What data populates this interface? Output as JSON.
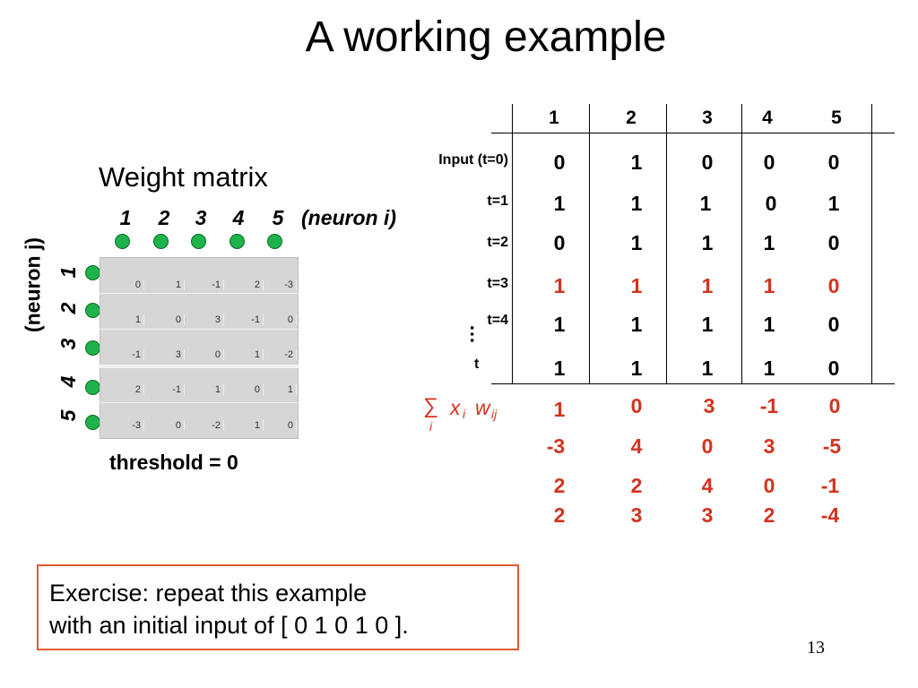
{
  "slide": {
    "title": "A working example",
    "page_number": "13"
  },
  "weight_matrix": {
    "title": "Weight matrix",
    "column_neurons": [
      "1",
      "2",
      "3",
      "4",
      "5"
    ],
    "column_axis_label": "(neuron i)",
    "row_neurons": [
      "1",
      "2",
      "3",
      "4",
      "5"
    ],
    "row_axis_label": "(neuron j)",
    "rows": [
      [
        "0",
        "1",
        "-1",
        "2",
        "-3"
      ],
      [
        "1",
        "0",
        "3",
        "-1",
        "0"
      ],
      [
        "-1",
        "3",
        "0",
        "1",
        "-2"
      ],
      [
        "2",
        "-1",
        "1",
        "0",
        "1"
      ],
      [
        "-3",
        "0",
        "-2",
        "1",
        "0"
      ]
    ],
    "node_color": "#1db34a",
    "threshold": "threshold = 0"
  },
  "state_table": {
    "columns": [
      "1",
      "2",
      "3",
      "4",
      "5"
    ],
    "row_labels": [
      "Input (t=0)",
      "t=1",
      "t=2",
      "t=3",
      "t=4",
      "t"
    ],
    "ellipsis": "…",
    "rows": [
      [
        "0",
        "1",
        "0",
        "0",
        "0"
      ],
      [
        "1",
        "1",
        "1",
        "0",
        "1"
      ],
      [
        "0",
        "1",
        "1",
        "1",
        "0"
      ],
      [
        "1",
        "1",
        "1",
        "1",
        "0"
      ],
      [
        "1",
        "1",
        "1",
        "1",
        "0"
      ],
      [
        "1",
        "1",
        "1",
        "1",
        "0"
      ]
    ],
    "highlight_color": "#d2341f"
  },
  "weighted_sums": {
    "label_sigma": "∑",
    "label_index": "i",
    "label_x": "x",
    "label_x_sub": "i",
    "label_w": "w",
    "label_w_sub": "ij",
    "rows": [
      [
        "1",
        "0",
        "3",
        "-1",
        "0"
      ],
      [
        "-3",
        "4",
        "0",
        "3",
        "-5"
      ],
      [
        "2",
        "2",
        "4",
        "0",
        "-1"
      ],
      [
        "2",
        "3",
        "3",
        "2",
        "-4"
      ]
    ]
  },
  "exercise": {
    "line1": "Exercise: repeat this example",
    "line2": "with an initial input of [ 0 1 0 1 0 ]."
  }
}
